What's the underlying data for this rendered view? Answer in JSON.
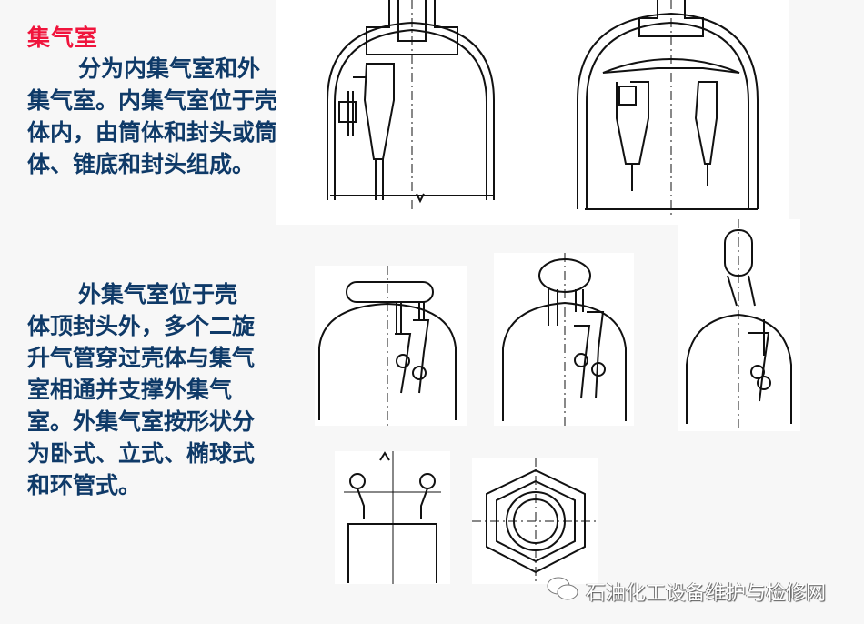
{
  "slide": {
    "title": "集气室",
    "paragraph1": "分为内集气室和外集气室。内集气室位于壳体内，由筒体和封头或筒体、锥底和封头组成。",
    "paragraph2": "外集气室位于壳体顶封头外，多个二旋升气管穿过壳体与集气室相通并支撑外集气室。外集气室按形状分为卧式、立式、椭球式和环管式。"
  },
  "watermark": {
    "icon": "wechat-icon",
    "text": "石油化工设备维护与检修网"
  },
  "colors": {
    "title": "#f0143c",
    "body_text": "#0f3a68",
    "background": "#f7f7f7"
  }
}
